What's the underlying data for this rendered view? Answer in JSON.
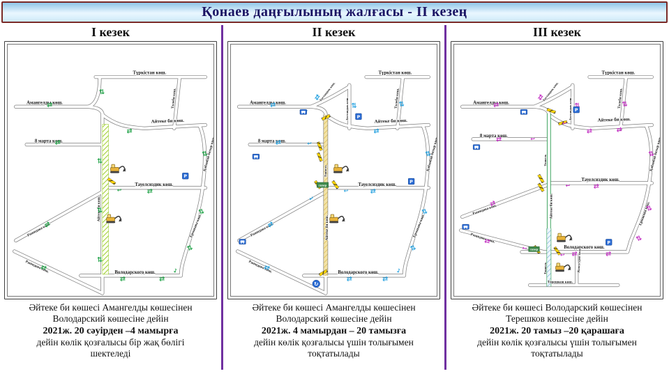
{
  "title": "Қонаев даңғылының жалғасы - II кезең",
  "colors": {
    "title_text": "#1b1464",
    "divider": "#7030a0",
    "phase1_arrow": "#23a44a",
    "phase2_arrow": "#29a3e0",
    "phase3_arrow": "#c433c4",
    "sign_blue": "#2b6cd4",
    "closed_road": "#f3e3a8",
    "open_road_green": "#3aa35c",
    "barrier_yellow": "#ffd400"
  },
  "icons": {
    "two_way": "⇄",
    "u_turn": "↩",
    "roundabout": "↻",
    "parking": "P"
  },
  "streets": {
    "turkistan": "Түркістан көш.",
    "toleby": "Төлеби көш.",
    "amangeldy": "Амангелды көш.",
    "aiteke": "Айтеке би көш.",
    "marta8": "8 марта көш.",
    "tauelsizdik": "Тауелсиздик көш.",
    "kabanbay": "Қабанбай батыр көш.",
    "ermakova": "Ермакова көш.",
    "rashidova": "Рашидова көш.",
    "volodarsky": "Володарского көш.",
    "bostandyk": "Бостандык көш.",
    "tereshkov": "Терешков көш.",
    "zhansugurov": "Жансугуров көш.",
    "tunnel": "Тоннель",
    "skver": "сквер"
  },
  "panels": [
    {
      "header": "I кезек",
      "caption_pre": "Әйтеке би көшесі Амангелды көшесінен Володарский көшесіне дейін",
      "caption_bold": "2021ж. 20 сәуірден –4 мамырға",
      "caption_post": "дейін көлік қозғалысы бір жақ бөлігі шектеледі"
    },
    {
      "header": "II кезек",
      "caption_pre": "Әйтеке би көшесі Амангелды көшесінен Володарский көшесіне дейін",
      "caption_bold": "2021ж. 4 мамырдан – 20 тамызға",
      "caption_post": "дейін көлік қозғалысы үшін толығымен тоқтатылады"
    },
    {
      "header": "III кезек",
      "caption_pre": "Әйтеке би көшесі Володарский көшесінен Терешков көшесіне дейін",
      "caption_bold": "2021ж. 20 тамыз –20 қарашаға",
      "caption_post": "дейін көлік қозғалысы үшін толығымен тоқтатылады"
    }
  ]
}
